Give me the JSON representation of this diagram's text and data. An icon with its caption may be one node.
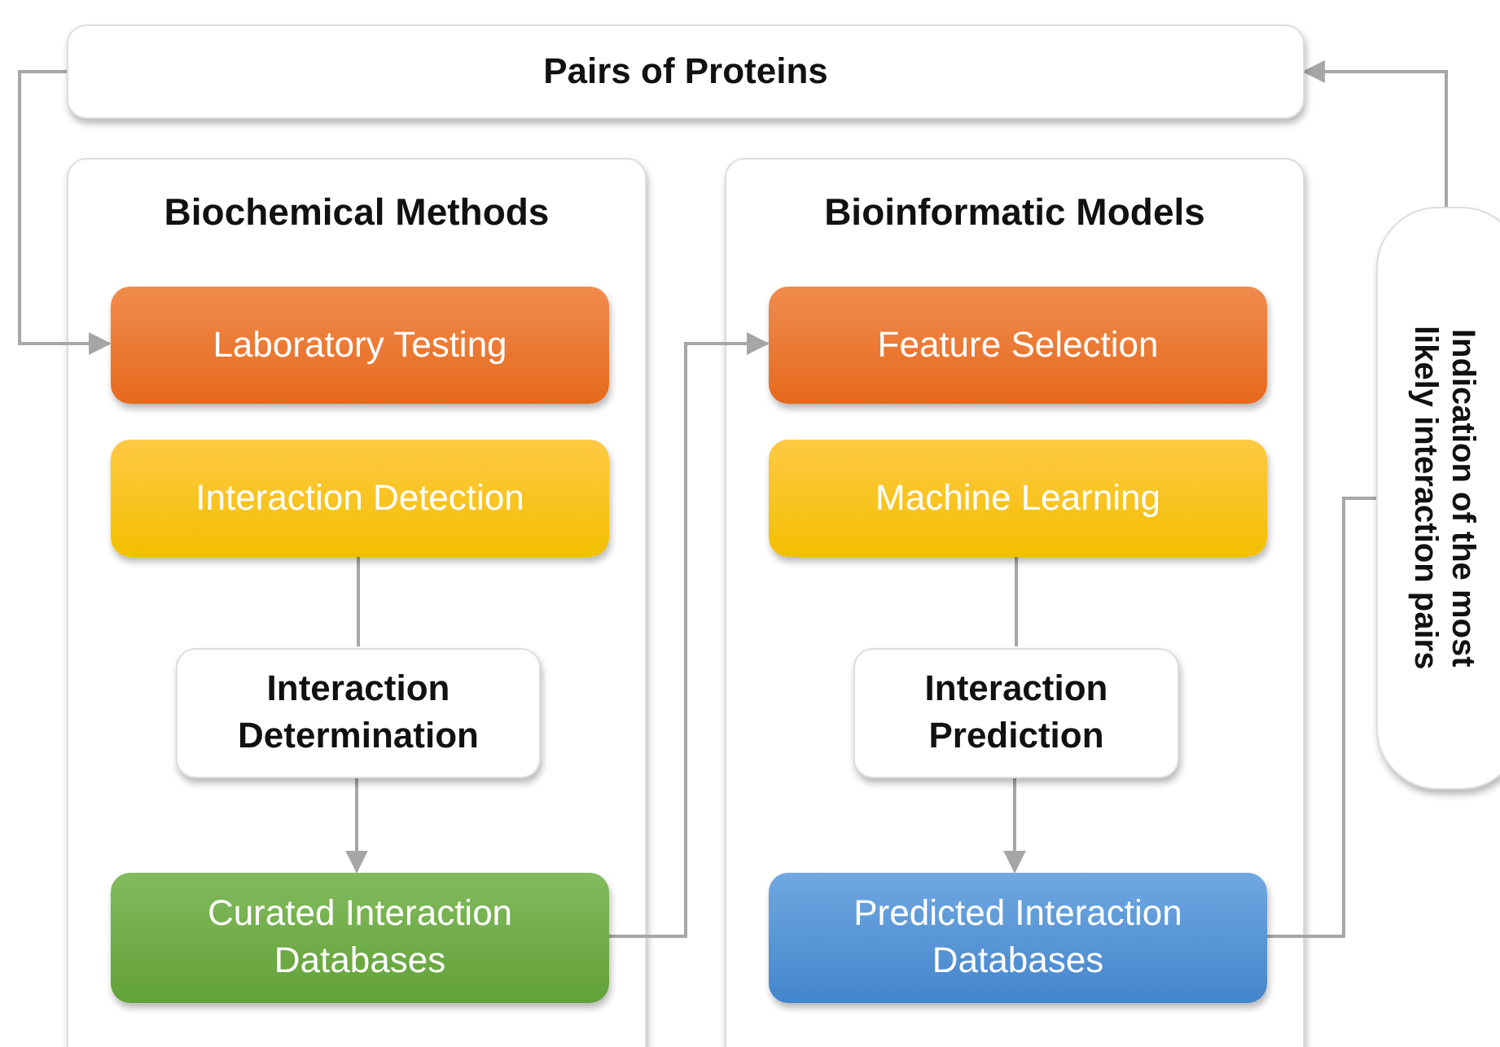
{
  "diagram": {
    "nodes": [
      {
        "text": [
          "Pairs of Proteins"
        ]
      },
      {
        "text": [
          "Biochemical Methods"
        ]
      },
      {
        "text": [
          "Laboratory Testing"
        ],
        "in": 1
      },
      {
        "text": [
          "Interaction Detection"
        ],
        "in": 1
      },
      {
        "text": [
          "Interaction Determination"
        ],
        "in": 1
      },
      {
        "text": [
          "Curated Interaction Databases"
        ],
        "in": 1
      },
      {
        "text": [
          "Bioinformatic Models"
        ]
      },
      {
        "text": [
          "Feature Selection"
        ],
        "in": 6
      },
      {
        "text": [
          "Machine Learning"
        ],
        "in": 6
      },
      {
        "text": [
          "Interaction Prediction"
        ],
        "in": 6
      },
      {
        "text": [
          "Predicted Interaction Databases"
        ],
        "in": 6
      },
      {
        "text": [
          "Indication of the most likely interaction pairs"
        ]
      }
    ],
    "edges": [
      {
        "from": 0,
        "to": 2,
        "arrow": "to"
      },
      {
        "from": 3,
        "to": 4,
        "arrow": "none"
      },
      {
        "from": 4,
        "to": 5,
        "arrow": "to"
      },
      {
        "from": 5,
        "to": 7,
        "arrow": "to"
      },
      {
        "from": 8,
        "to": 9,
        "arrow": "none"
      },
      {
        "from": 9,
        "to": 10,
        "arrow": "to"
      },
      {
        "from": 10,
        "to": 11,
        "arrow": "none"
      },
      {
        "from": 11,
        "to": 0,
        "arrow": "to"
      }
    ]
  }
}
